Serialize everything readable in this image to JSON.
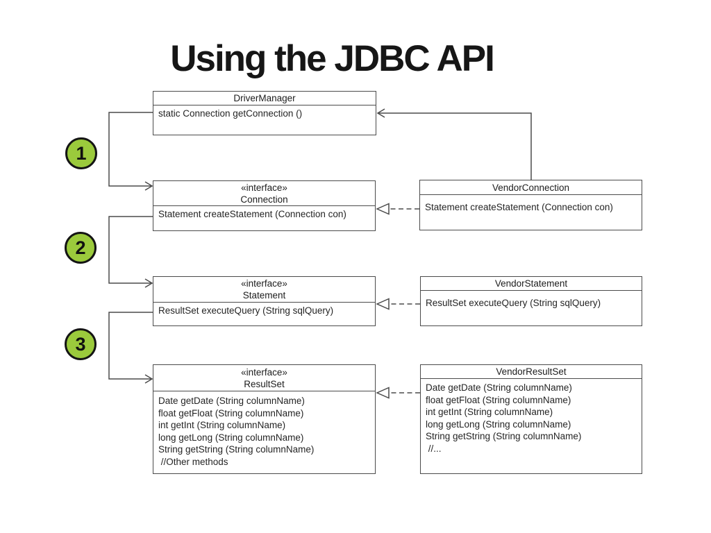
{
  "slide": {
    "title": "Using the JDBC API"
  },
  "steps": [
    {
      "label": "1"
    },
    {
      "label": "2"
    },
    {
      "label": "3"
    }
  ],
  "uml": {
    "driverManager": {
      "name": "DriverManager",
      "methods": [
        "static Connection getConnection ()"
      ]
    },
    "connection": {
      "stereotype": "«interface»",
      "name": "Connection",
      "methods": [
        "Statement createStatement (Connection con)"
      ]
    },
    "vendorConnection": {
      "name": "VendorConnection",
      "methods": [
        "Statement createStatement (Connection con)"
      ]
    },
    "statement": {
      "stereotype": "«interface»",
      "name": "Statement",
      "methods": [
        "ResultSet executeQuery (String sqlQuery)"
      ]
    },
    "vendorStatement": {
      "name": "VendorStatement",
      "methods": [
        "ResultSet executeQuery (String sqlQuery)"
      ]
    },
    "resultSet": {
      "stereotype": "«interface»",
      "name": "ResultSet",
      "methods": [
        "Date getDate (String columnName)",
        "float getFloat (String columnName)",
        "int getInt (String columnName)",
        "long getLong (String columnName)",
        "String getString (String columnName)",
        " //Other methods"
      ]
    },
    "vendorResultSet": {
      "name": "VendorResultSet",
      "methods": [
        "Date getDate (String columnName)",
        "float getFloat (String columnName)",
        "int getInt (String columnName)",
        "long getLong (String columnName)",
        "String getString (String columnName)",
        " //..."
      ]
    }
  },
  "colors": {
    "step_circle_fill": "#9bca3c",
    "connector": "#4a4a4a"
  }
}
